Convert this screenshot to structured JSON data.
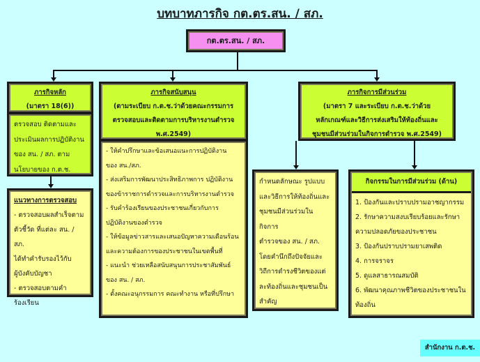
{
  "title": "บทบาทภารกิจ กต.ตร.สน. / สภ.",
  "top_box": "กต.ตร.สน. / สภ.",
  "main_mission": {
    "heading": "ภารกิจหลัก",
    "subheading": "(มาตรา 18(6))",
    "body": [
      "ตรวจสอบ ติดตามและ",
      "ประเมินผลการปฏิบัติงาน",
      "ของ สน. / สภ.   ตาม",
      "นโยบายของ ก.ต.ช."
    ]
  },
  "inspection": {
    "heading": "แนวทางการตรวจสอบ",
    "lines": [
      "- ตรวจสอบผลสำเร็จตาม",
      "ตัวชี้วัด ที่แต่ละ สน. / สภ.",
      "ได้ทำคำรับรองไว้กับ",
      "ผู้บังคับบัญชา",
      "- ตรวจสอบตามคำ",
      "ร้องเรียน"
    ]
  },
  "support_mission": {
    "heading": "ภารกิจสนับสนุน",
    "subheading": [
      "(ตามระเบียบ ก.ต.ช.ว่าด้วยคณะกรรมการ",
      "ตรวจสอบและติดตามการบริหารงานตำรวจ",
      "พ.ศ.2549)"
    ],
    "lines": [
      "- ให้คำปรึกษาและข้อเสนอแนะการปฏิบัติงาน",
      "ของ สน./สภ.",
      "- ส่งเสริมการพัฒนาประสิทธิภาพการ ปฏิบัติงาน",
      "ของข้าราชการตำรวจและการบริหารงานตำรวจ",
      "- รับคำร้องเรียนของประชาชนเกี่ยวกับการ",
      "ปฏิบัติงานของตำรวจ",
      "- ให้ข้อมูลข่าวสารและเสนอปัญหาความเดือนร้อน",
      "และความต้องการของประชาชนในเขตพื้นที่",
      "- แนะนำ ช่วยเหลือสนับสนุนการประชาสัมพันธ์",
      "ของ สน. / สภ.",
      "- ตั้งคณะอนุกรรมการ คณะทำงาน หรือที่ปรึกษา"
    ]
  },
  "participation_mission": {
    "heading": "ภารกิจการมีส่วนร่วม",
    "subheading": [
      "(มาตรา 7 และระเบียบ ก.ต.ช.ว่าด้วย",
      "หลักเกณฑ์และวิธีการส่งเสริมให้ท้องถิ่นและ",
      "ชุมชนมีส่วนร่วมในกิจการตำรวจ พ.ศ.2549)"
    ]
  },
  "criteria": {
    "lines": [
      "กำหนดลักษณะ รูปแบบ",
      "และวิธีการให้ท้องถิ่นและ",
      "ชุมชนมีส่วนร่วมในกิจการ",
      "ตำรวจของ สน. / สภ.",
      "โดยคำนึกถึงปัจจัยและ",
      "วิถีการดำรงชีวิตของแต่",
      "ละท้องถิ่นและชุมชนเป็น",
      "สำคัญ"
    ]
  },
  "activities": {
    "heading": "กิจกรรมในการมีส่วนร่วม (ด้าน)",
    "lines": [
      "1. ป้องกันและปราบปรามอาชญากรรม",
      "2. รักษาความสงบเรียบร้อยและรักษา",
      "ความปลอดภัยของประชาชน",
      "3. ป้องกันปราบปรามยาเสพติด",
      "4. การจราจร",
      "5. ดูแลสาธารณสมบัติ",
      "6. พัฒนาคุณภาพชีวิตของประชาชนใน",
      "ท้องถิ่น"
    ]
  },
  "footer_badge": "สำนักงาน ก.ต.ช."
}
